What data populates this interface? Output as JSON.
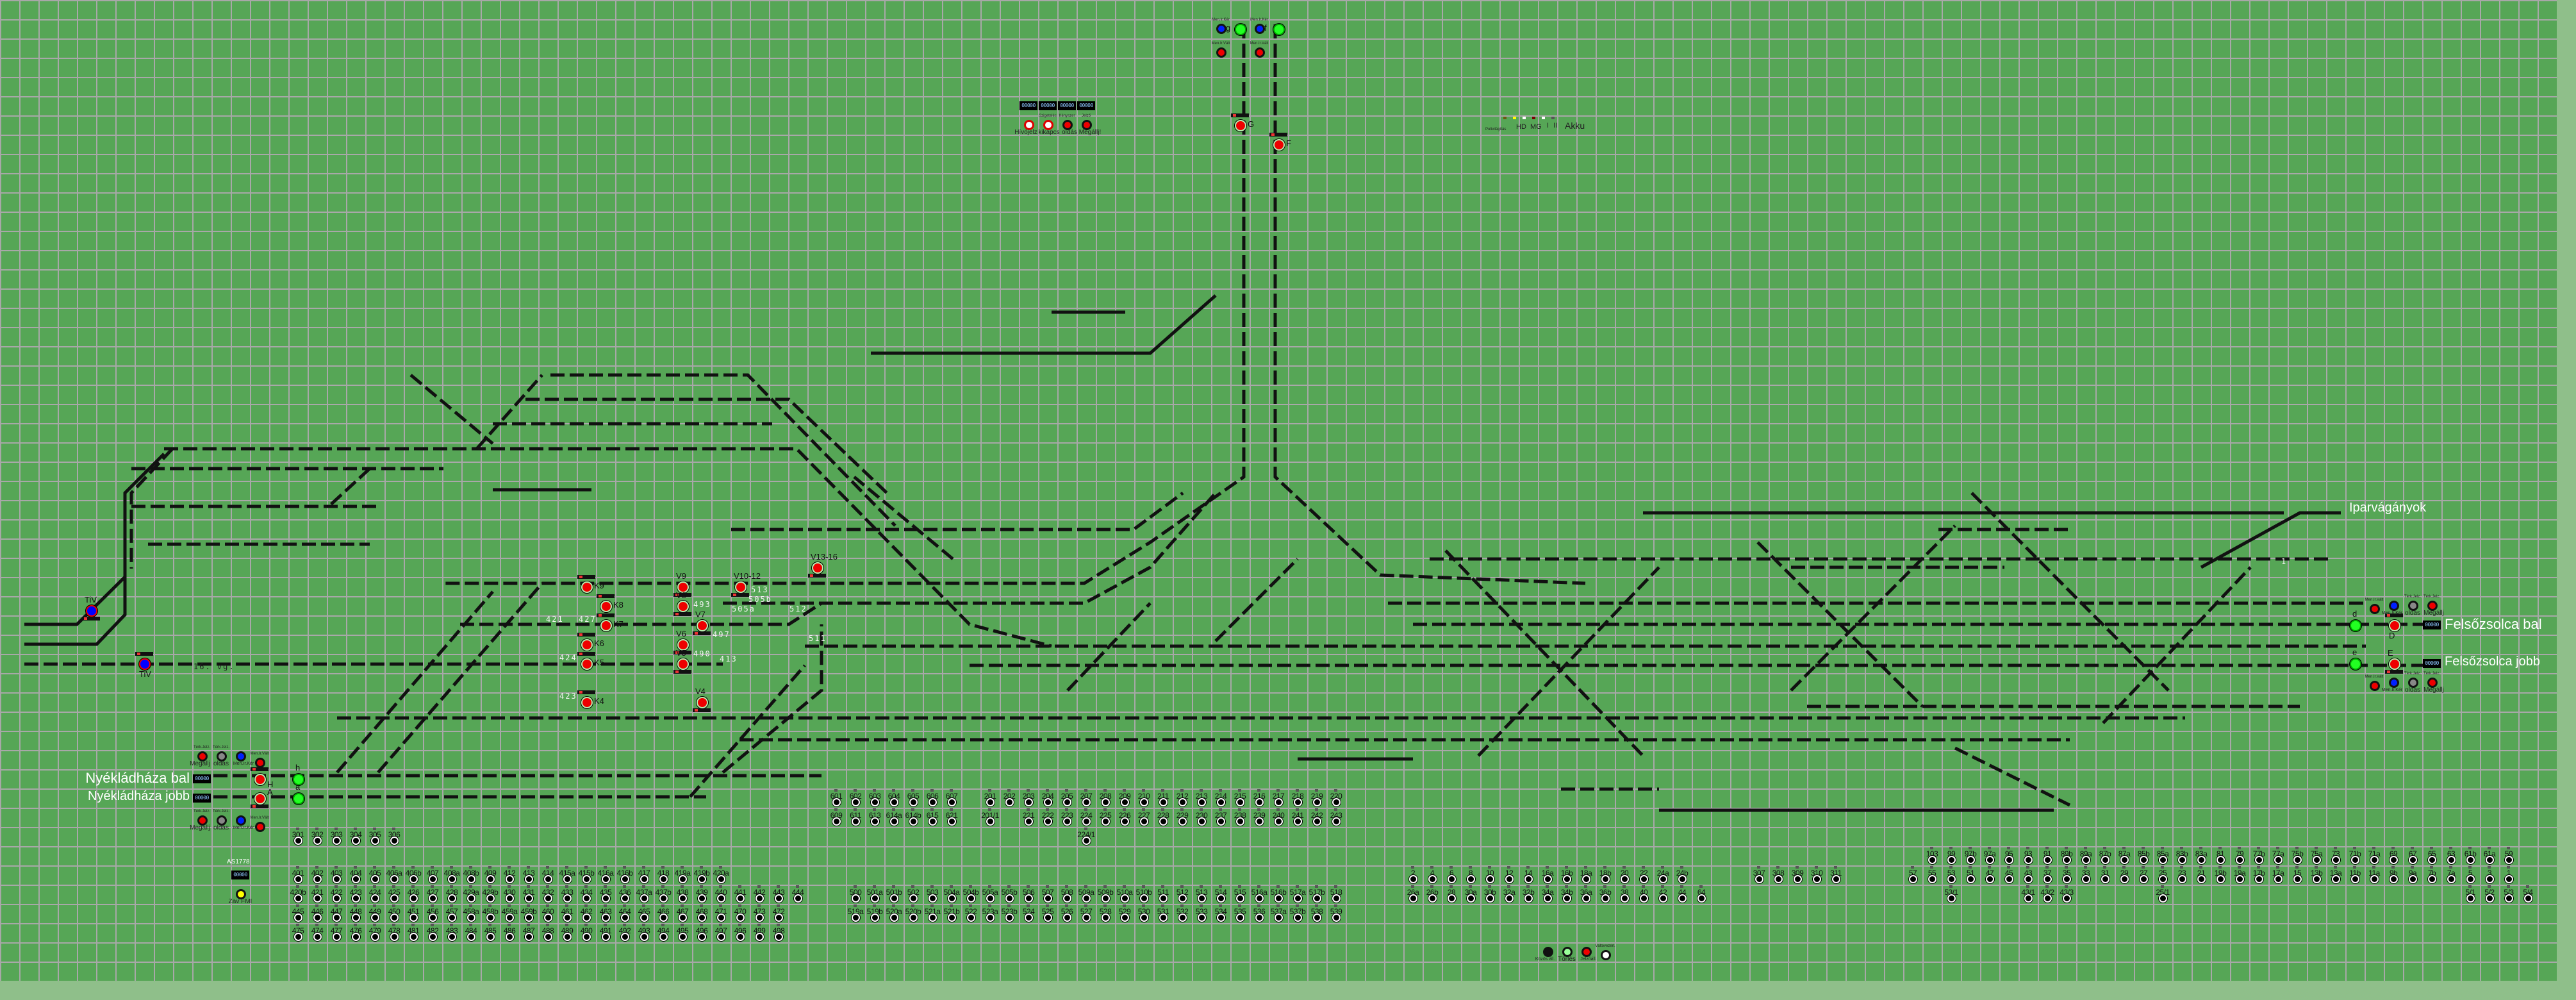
{
  "stations": {
    "left_top": "Nyékládháza bal",
    "left_bottom": "Nyékládháza jobb",
    "right_top": "Felsőzsolca bal",
    "right_bottom": "Felsőzsolca jobb",
    "industrial": "Iparvágányok",
    "track_16": "16. vg.",
    "industrial_track_no": "1"
  },
  "counter_value": "00000",
  "train_number": "AS1778",
  "colors": {
    "panel": "#56a656",
    "grid": "#a8a8a8",
    "track": "#111111",
    "signal_stop": "#ee0000",
    "signal_go": "#22ff22"
  },
  "signals": [
    {
      "name": "K9"
    },
    {
      "name": "K8"
    },
    {
      "name": "K7"
    },
    {
      "name": "K6"
    },
    {
      "name": "K5"
    },
    {
      "name": "K4"
    },
    {
      "name": "V9"
    },
    {
      "name": "V8"
    },
    {
      "name": "V7"
    },
    {
      "name": "V6"
    },
    {
      "name": "V5"
    },
    {
      "name": "V4"
    },
    {
      "name": "V10-12"
    },
    {
      "name": "V13-16"
    },
    {
      "name": "H"
    },
    {
      "name": "A"
    },
    {
      "name": "D"
    },
    {
      "name": "E"
    },
    {
      "name": "G"
    },
    {
      "name": "F"
    },
    {
      "name": "TiV"
    },
    {
      "name": "TiV"
    }
  ],
  "repeater_signals": [
    "h",
    "a",
    "d",
    "e",
    "g",
    "f"
  ],
  "track_labels": [
    "513",
    "505b",
    "493",
    "505a",
    "512",
    "497",
    "490",
    "511",
    "427",
    "424",
    "423",
    "421",
    "413"
  ],
  "control_buttons": {
    "left_top": [
      {
        "top": "Térk.Jelz.",
        "caption": "Megállj"
      },
      {
        "top": "Térk.Jelz.",
        "caption": "oldás"
      },
      {
        "top": "",
        "caption": "Men.Ir.Kér"
      },
      {
        "top": "Men.Ir.Vált",
        "caption": ""
      }
    ],
    "left_bottom": [
      {
        "top": "Térk.Jelz.",
        "caption": "Megállj"
      },
      {
        "top": "Térk.Jelz.",
        "caption": "oldás"
      },
      {
        "top": "",
        "caption": "Men.Ir.Kér"
      },
      {
        "top": "Men.Ir.Vált",
        "caption": ""
      }
    ],
    "right_top": [
      {
        "top": "Men.Ir.Vált",
        "caption": ""
      },
      {
        "top": "",
        "caption": "Men.Ir.Kér"
      },
      {
        "top": "Térk.Jelz.",
        "caption": "oldás"
      },
      {
        "top": "Térk.Jelz.",
        "caption": "Megállj"
      }
    ],
    "right_bottom": [
      {
        "top": "Men.Ir.Vált",
        "caption": ""
      },
      {
        "top": "",
        "caption": "Men.Ir.Kér"
      },
      {
        "top": "Térk.Jelz.",
        "caption": "oldás"
      },
      {
        "top": "Térk.Jelz.",
        "caption": "Megállj"
      }
    ],
    "top_panel": [
      {
        "top": "",
        "caption": "Hívójelz"
      },
      {
        "top": "Szigetelés",
        "caption": "kikapcs"
      },
      {
        "top": "Kényszer",
        "caption": "oldás"
      },
      {
        "top": "Jelző",
        "caption": "Megállj!"
      }
    ],
    "top_trunk": [
      {
        "top": "Men.Ir.Kér",
        "caption": ""
      },
      {
        "top": "Men.Ir.Vált",
        "caption": ""
      },
      {
        "top": "Men.Ir.Kér",
        "caption": ""
      },
      {
        "top": "Men.Ir.Vált",
        "caption": ""
      }
    ],
    "misc": [
      {
        "top": "",
        "caption": "Zav FMI"
      },
      {
        "top": "",
        "caption": "Közös áll."
      },
      {
        "top": "",
        "caption": "Törlés"
      },
      {
        "top": "",
        "caption": "Jelzőáll."
      },
      {
        "top": "Váltóvezérl.",
        "caption": ""
      }
    ]
  },
  "indicators": {
    "pult": "Pultvilágítás",
    "hd": "HD",
    "mg": "MG",
    "i": "I",
    "ii": "II",
    "akku": "Akku"
  },
  "switch_buttons": {
    "g300": [
      [
        "301",
        "302",
        "303",
        "304",
        "305",
        "306"
      ]
    ],
    "g400": [
      [
        "401",
        "402",
        "403",
        "404",
        "405",
        "406a",
        "406b",
        "407",
        "408a",
        "408b",
        "409",
        "412",
        "413",
        "414",
        "415a",
        "415b",
        "416a",
        "416b",
        "417",
        "418",
        "419a",
        "419b",
        "420a"
      ],
      [
        "420b",
        "421",
        "422",
        "423",
        "424",
        "425",
        "426",
        "427",
        "428",
        "429a",
        "429b",
        "430",
        "431",
        "432",
        "433",
        "434",
        "435",
        "436",
        "437a",
        "437b",
        "438",
        "439",
        "440",
        "441",
        "442",
        "443",
        "444"
      ],
      [
        "445",
        "446",
        "447",
        "448",
        "449",
        "450",
        "451",
        "456",
        "457",
        "458a",
        "458b",
        "459a",
        "459b",
        "460",
        "461",
        "462",
        "463",
        "464",
        "465",
        "466",
        "467",
        "468",
        "471",
        "470",
        "473",
        "472"
      ],
      [
        "475",
        "474",
        "477",
        "476",
        "479",
        "478",
        "481",
        "482",
        "483",
        "484",
        "485",
        "486",
        "487",
        "488",
        "489",
        "490",
        "491",
        "492",
        "493",
        "494",
        "495",
        "496",
        "497",
        "496",
        "499",
        "498"
      ]
    ],
    "g600": [
      [
        "601",
        "602",
        "603",
        "604",
        "605",
        "606",
        "607",
        null,
        "201",
        "202",
        "203",
        "204",
        "205",
        "207",
        "208",
        "209",
        "210",
        "211",
        "212",
        "213",
        "214",
        "215",
        "216",
        "217",
        "218",
        "219",
        "220"
      ],
      [
        "609",
        "611",
        "613",
        "614a",
        "614b",
        "615",
        "621",
        null,
        "201/1",
        null,
        "221",
        "222",
        "223",
        "224",
        "225",
        "226",
        "227",
        "228",
        "229",
        "230",
        "237",
        "238",
        "239",
        "240",
        "241",
        "242",
        "243"
      ],
      [
        null,
        null,
        null,
        null,
        null,
        null,
        null,
        null,
        null,
        null,
        null,
        null,
        null,
        "224/1"
      ]
    ],
    "g500": [
      [
        "500",
        "501a",
        "501b",
        "502",
        "503",
        "504a",
        "504b",
        "505a",
        "505b",
        "506",
        "507",
        "508",
        "509a",
        "509b",
        "510a",
        "510b",
        "511",
        "512",
        "513",
        "514",
        "515",
        "516a",
        "516b",
        "517a",
        "517b",
        "518"
      ],
      [
        "519a",
        "519b",
        "520a",
        "520b",
        "521a",
        "521b",
        "522",
        "523a",
        "523b",
        "524",
        "525",
        "526",
        "527",
        "528",
        "529",
        "530",
        "531",
        "532",
        "533",
        "534",
        "535",
        "536",
        "537a",
        "537b",
        "538",
        "539"
      ]
    ],
    "g2": [
      [
        "2",
        "4",
        "6",
        "8",
        "10",
        "12",
        "14",
        "16a",
        "16b",
        "18a",
        "18b",
        "20",
        "22",
        "24a",
        "24b",
        null,
        null,
        null,
        "307",
        "308",
        "309",
        "310",
        "311"
      ],
      [
        "26a",
        "26b",
        "28",
        "30a",
        "30b",
        "32a",
        "32b",
        "34a",
        "34b",
        "36a",
        "36b",
        "38",
        "40",
        "42",
        "44",
        "64"
      ]
    ],
    "gright": [
      [
        "103",
        "99",
        "97b",
        "97a",
        "95",
        "93",
        "91",
        "89b",
        "89a",
        "87b",
        "87a",
        "85b",
        "85a",
        "83b",
        "83a",
        "81",
        "79",
        "77b",
        "77a",
        "75b",
        "75a",
        "73",
        "71b",
        "71a",
        "69",
        "67",
        "65",
        "63",
        "61b",
        "61a",
        "59"
      ],
      [
        "57",
        "55",
        "53",
        "51",
        "47",
        "45",
        "43",
        "37",
        "35",
        "33",
        "31",
        "29",
        "27",
        "25",
        "23",
        "21",
        "19b",
        "19a",
        "17b",
        "17a",
        "15",
        "13b",
        "13a",
        "11b",
        "11a",
        "9b",
        "9a",
        "7b",
        "7a",
        "5",
        "3",
        "1"
      ],
      [
        null,
        null,
        "53/1",
        null,
        null,
        null,
        "43/1",
        "43/2",
        "43/3",
        null,
        null,
        null,
        null,
        "25/1",
        null,
        null,
        null,
        null,
        null,
        null,
        null,
        null,
        null,
        null,
        null,
        null,
        null,
        null,
        null,
        "5/1",
        "5/2",
        "5/3",
        "5/4"
      ]
    ]
  }
}
